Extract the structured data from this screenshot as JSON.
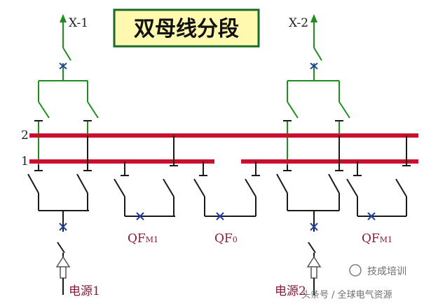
{
  "title": "双母线分段",
  "bus_labels": {
    "bus2": "2",
    "bus1": "1"
  },
  "feeders": {
    "left": "X-1",
    "right": "X-2"
  },
  "sources": {
    "left": "电源1",
    "right": "电源2"
  },
  "breakers": {
    "coupler_left": {
      "main": "QF",
      "sub": "M1"
    },
    "section": {
      "main": "QF",
      "sub": "0"
    },
    "coupler_right": {
      "main": "QF",
      "sub": "M1"
    }
  },
  "watermark": {
    "brand": "技成培训",
    "source": "头条号 / 全球电气资源"
  },
  "colors": {
    "busbar": "#c8102e",
    "feeder": "#1e8f1e",
    "wire": "#1a1a1a",
    "breaker": "#1e3fa0",
    "title_bg": "#fff9b0",
    "title_border": "#1a6b2a",
    "label": "#8b1a3a"
  }
}
